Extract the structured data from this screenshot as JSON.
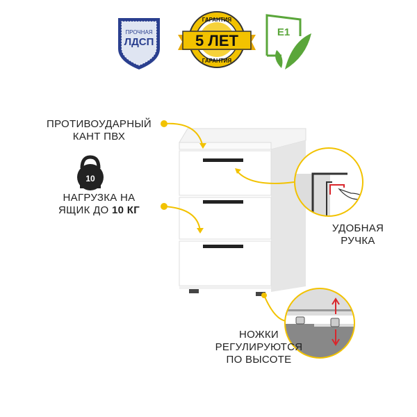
{
  "badges": {
    "chipboard": {
      "line1": "ПРОЧНАЯ",
      "line2": "ЛДСП"
    },
    "warranty": {
      "top": "ГАРАНТИЯ",
      "main": "5 ЛЕТ",
      "bottom": "ГАРАНТИЯ"
    },
    "eco": {
      "label": "E1"
    }
  },
  "callouts": {
    "edge": {
      "line1": "ПРОТИВОУДАРНЫЙ",
      "line2": "КАНТ ПВХ"
    },
    "load": {
      "weight": "10",
      "line1": "НАГРУЗКА НА",
      "line2_prefix": "ЯЩИК ДО",
      "line2_bold": "10 КГ"
    },
    "handle": {
      "line1": "УДОБНАЯ",
      "line2": "РУЧКА"
    },
    "legs": {
      "line1": "НОЖКИ",
      "line2": "РЕГУЛИРУЮТСЯ",
      "line3": "ПО ВЫСОТЕ"
    }
  },
  "colors": {
    "accent": "#f2c200",
    "shield": "#2a3f8f",
    "eco": "#5aa63a",
    "arrow_red": "#d9262c"
  }
}
